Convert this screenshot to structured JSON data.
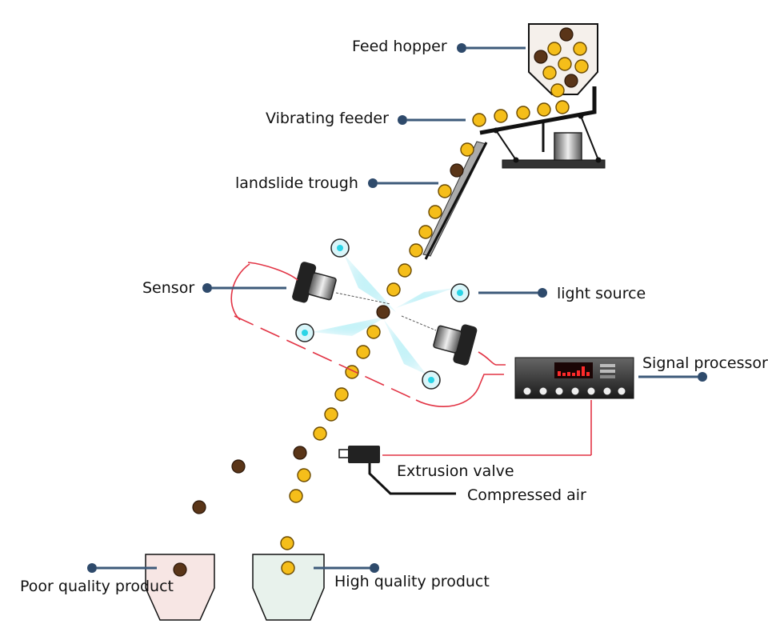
{
  "title": "Optical sorting machine schematic",
  "labels": {
    "feed_hopper": "Feed hopper",
    "vibrating_feeder": "Vibrating feeder",
    "landslide_trough": "landslide trough",
    "sensor": "Sensor",
    "light_source": "light source",
    "signal_processor": "Signal processor",
    "extrusion_valve": "Extrusion valve",
    "compressed_air": "Compressed air",
    "poor_quality_product": "Poor quality product",
    "high_quality_product": "High quality product"
  },
  "colors": {
    "good_particle": "#f5be1a",
    "bad_particle": "#5a3518",
    "leader_line": "#3d5a7a",
    "signal_wire": "#e23344",
    "light_beam": "#8fe3f0",
    "poor_bin_fill": "#f7e6e4",
    "good_bin_fill": "#e8f2ec"
  },
  "signal_processor": {
    "display_color": "#ff2a2a",
    "button_count": 7
  }
}
